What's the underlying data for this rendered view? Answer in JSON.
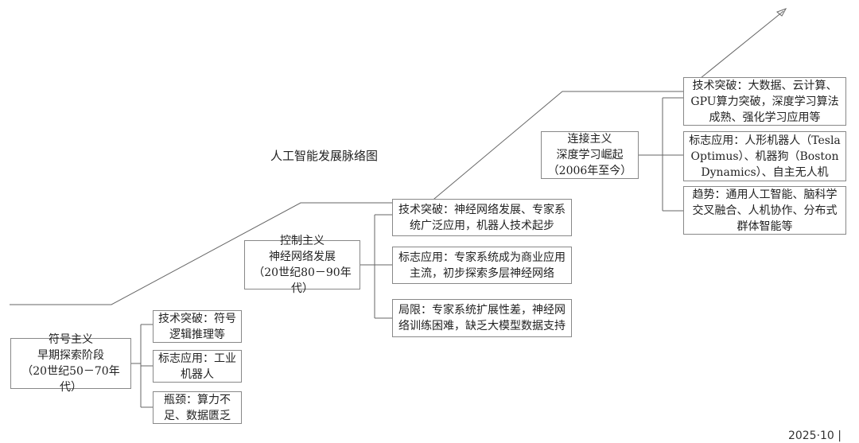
{
  "title": "人工智能发展脉络图",
  "footer": "2025·10  |",
  "stages": [
    {
      "name": "符号主义\n早期探索阶段\n（20世纪50－70年代）",
      "details": [
        "技术突破：符号逻辑推理等",
        "标志应用：工业机器人",
        "瓶颈：算力不足、数据匮乏"
      ]
    },
    {
      "name": "控制主义\n神经网络发展\n（20世纪80－90年代）",
      "details": [
        "技术突破：神经网络发展、专家系统广泛应用，机器人技术起步",
        "标志应用：专家系统成为商业应用主流，初步探索多层神经网络",
        "局限：专家系统扩展性差，神经网络训练困难，缺乏大模型数据支持"
      ]
    },
    {
      "name": "连接主义\n深度学习崛起\n（2006年至今）",
      "details": [
        "技术突破：大数据、云计算、GPU算力突破，深度学习算法成熟、强化学习应用等",
        "标志应用：人形机器人（Tesla Optimus）、机器狗（Boston Dynamics）、自主无人机",
        "趋势：通用人工智能、脑科学交叉融合、人机协作、分布式群体智能等"
      ]
    }
  ]
}
